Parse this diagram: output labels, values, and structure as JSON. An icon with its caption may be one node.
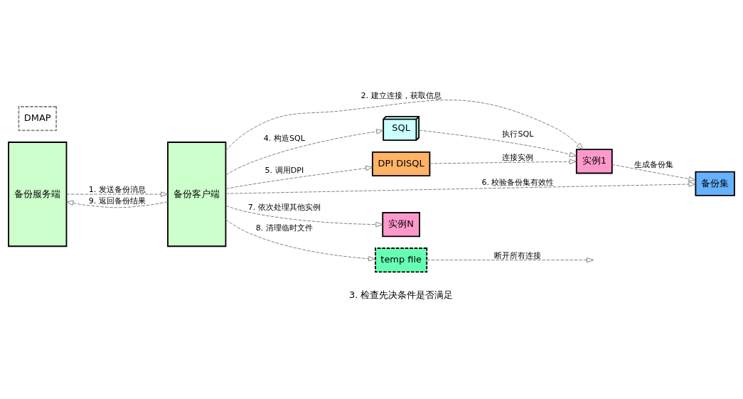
{
  "diagram": {
    "nodes": [
      {
        "text": [
          "备份服务端"
        ]
      },
      {
        "text": [
          "备份客户端"
        ]
      },
      {
        "text": [
          "实例1"
        ]
      },
      {
        "text": [
          "SQL"
        ]
      },
      {
        "text": [
          "DPI DISQL"
        ]
      },
      {
        "text": [
          "DMAP"
        ]
      },
      {
        "text": [
          "备份集"
        ]
      },
      {
        "text": [
          "实例N"
        ]
      },
      {
        "text": [
          "temp file"
        ]
      }
    ],
    "edges": [
      {
        "from": 0,
        "to": 1,
        "arrow": "to",
        "label": "1. 发送备份消息"
      },
      {
        "from": 1,
        "to": 2,
        "arrow": "to",
        "label": "2. 建立连接，获取信息"
      },
      {
        "from": 1,
        "to": 3,
        "arrow": "to",
        "label": "4. 构造SQL"
      },
      {
        "from": 1,
        "to": 4,
        "arrow": "to",
        "label": "5. 调用DPI"
      },
      {
        "from": 3,
        "to": 2,
        "arrow": "to",
        "label": "执行SQL"
      },
      {
        "from": 4,
        "to": 2,
        "arrow": "to",
        "label": "连接实例"
      },
      {
        "from": 2,
        "to": 6,
        "arrow": "to",
        "label": "生成备份集"
      },
      {
        "from": 1,
        "to": 6,
        "arrow": "to",
        "label": "6. 校验备份集有效性"
      },
      {
        "from": 1,
        "to": 7,
        "arrow": "to",
        "label": "7. 依次处理其他实例"
      },
      {
        "from": 1,
        "to": 0,
        "arrow": "to",
        "label": "9. 返回备份结果"
      },
      {
        "from": 1,
        "to": 8,
        "arrow": "to",
        "label": "8. 清理临时文件"
      },
      {
        "from": 8,
        "to": null,
        "arrow": "to",
        "label": "断开所有连接"
      }
    ],
    "labels": [
      "3. 检查先决条件是否满足"
    ]
  }
}
